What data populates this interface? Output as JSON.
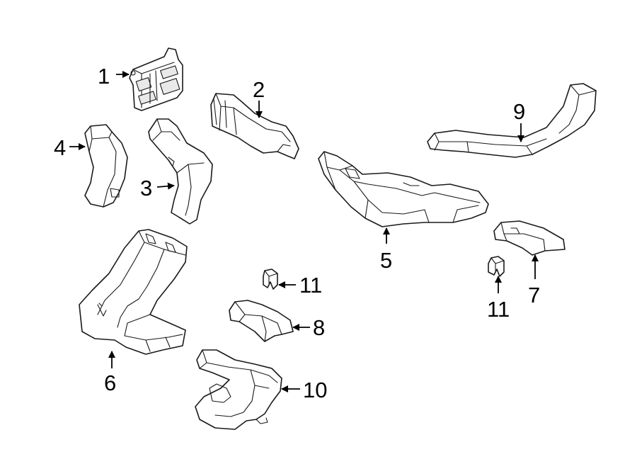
{
  "diagram": {
    "colors": {
      "background": "#ffffff",
      "line": "#1a1a1a",
      "callout": "#000000"
    },
    "parts": [
      {
        "id": "part-1",
        "callout": "1"
      },
      {
        "id": "part-2",
        "callout": "2"
      },
      {
        "id": "part-3",
        "callout": "3"
      },
      {
        "id": "part-4",
        "callout": "4"
      },
      {
        "id": "part-5",
        "callout": "5"
      },
      {
        "id": "part-6",
        "callout": "6"
      },
      {
        "id": "part-7",
        "callout": "7"
      },
      {
        "id": "part-8",
        "callout": "8"
      },
      {
        "id": "part-9",
        "callout": "9"
      },
      {
        "id": "part-10",
        "callout": "10"
      },
      {
        "id": "part-11a",
        "callout": "11"
      },
      {
        "id": "part-11b",
        "callout": "11"
      }
    ]
  }
}
